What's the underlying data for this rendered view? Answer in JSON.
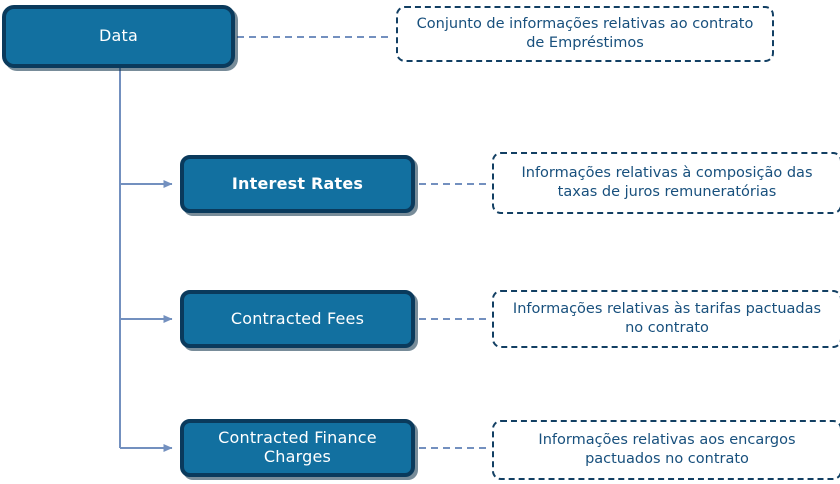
{
  "diagram": {
    "title_node": {
      "label": "Data",
      "note": "Conjunto de informações relativas ao contrato de Empréstimos"
    },
    "children": [
      {
        "label": "Interest Rates",
        "note": "Informações relativas à composição das taxas de juros remuneratórias"
      },
      {
        "label": "Contracted Fees",
        "note": "Informações relativas às tarifas pactuadas no contrato"
      },
      {
        "label": "Contracted Finance Charges",
        "note": "Informações relativas aos encargos pactuados no contrato"
      }
    ],
    "colors": {
      "node_fill": "#1270a0",
      "node_border": "#0a3a5c",
      "node_text": "#ffffff",
      "note_border": "#123f63",
      "note_text": "#18507d",
      "connector": "#7390bf",
      "dashed_connector": "#7390bf",
      "background": "#ffffff"
    }
  }
}
